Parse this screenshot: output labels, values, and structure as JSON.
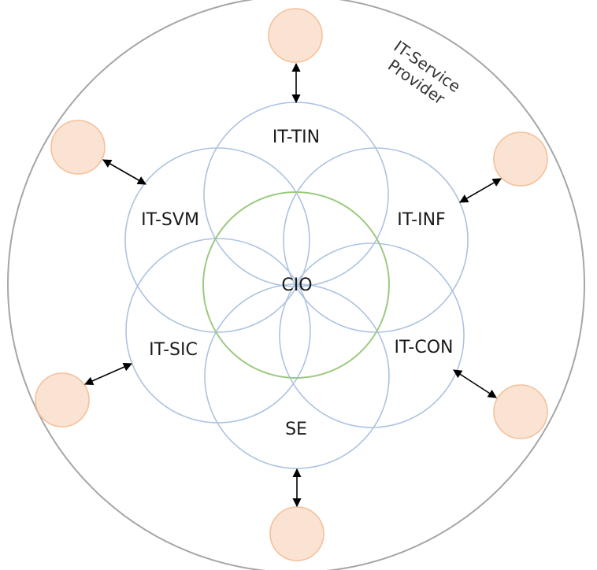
{
  "diagram": {
    "provider_lines": [
      "IT-Service",
      "Provider"
    ],
    "center_label": "CIO",
    "domains": [
      {
        "id": "tin",
        "label": "IT-TIN"
      },
      {
        "id": "svm",
        "label": "IT-SVM"
      },
      {
        "id": "inf",
        "label": "IT-INF"
      },
      {
        "id": "sic",
        "label": "IT-SIC"
      },
      {
        "id": "con",
        "label": "IT-CON"
      },
      {
        "id": "se",
        "label": "SE"
      }
    ],
    "colors": {
      "outer_circle": "#a6a6a6",
      "domain_circle": "#adc3e0",
      "center_circle": "#9cc97f",
      "node_fill": "#fbe3d3",
      "node_stroke": "#f5c09a",
      "arrow": "#000000"
    }
  }
}
